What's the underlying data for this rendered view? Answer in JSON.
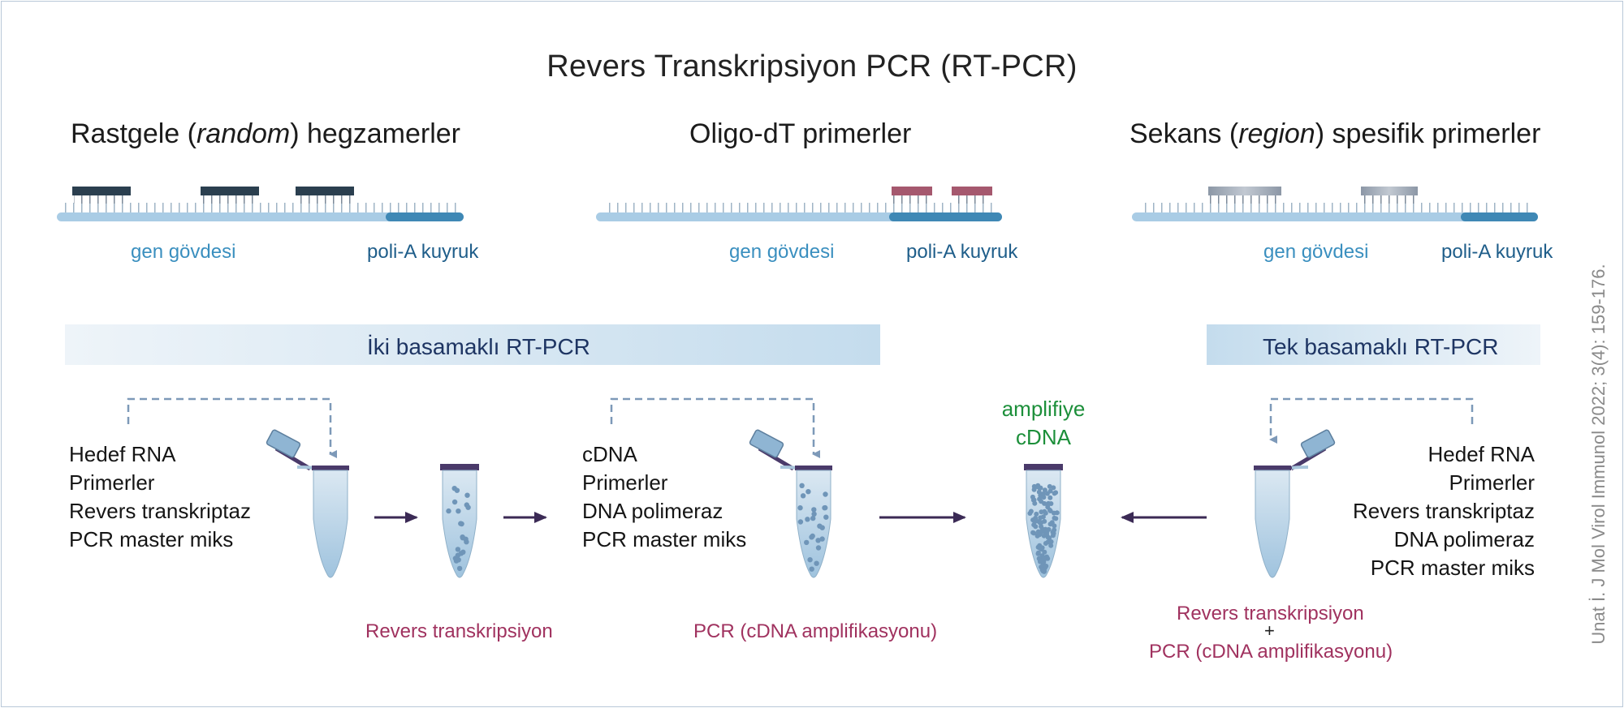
{
  "title": "Revers Transkripsiyon PCR (RT-PCR)",
  "methods": [
    {
      "pre": "Rastgele (",
      "em": "random",
      "post": ") hegzamerler"
    },
    {
      "pre": "Oligo-dT primerler"
    },
    {
      "pre": "Sekans (",
      "em": "region",
      "post": ") spesifik primerler"
    }
  ],
  "labels": {
    "gene_body": "gen gövdesi",
    "poly_a": "poli-A kuyruk",
    "amplified_1": "amplifiye",
    "amplified_2": "cDNA",
    "rt": "Revers transkripsiyon",
    "pcr": "PCR (cDNA amplifikasyonu)",
    "plus": "+"
  },
  "banners": {
    "two_step": "İki basamaklı RT-PCR",
    "one_step": "Tek basamaklı RT-PCR"
  },
  "lists": {
    "step1": [
      "Hedef RNA",
      "Primerler",
      "Revers transkriptaz",
      "PCR master miks"
    ],
    "step2": [
      "cDNA",
      "Primerler",
      "DNA polimeraz",
      "PCR master miks"
    ],
    "one_step": [
      "Hedef RNA",
      "Primerler",
      "Revers transkriptaz",
      "DNA polimeraz",
      "PCR master miks"
    ]
  },
  "citation": "Unat İ. J Mol Virol Immunol 2022; 3(4): 159-176.",
  "colors": {
    "strand": "#a9cce5",
    "poly_a": "#3f88b5",
    "primer_random": "#2b3f4f",
    "primer_oligo_dt": "#a5586e",
    "arrow": "#3b2a55",
    "process_label": "#a0325f",
    "amplified_label": "#1c8f3a"
  }
}
